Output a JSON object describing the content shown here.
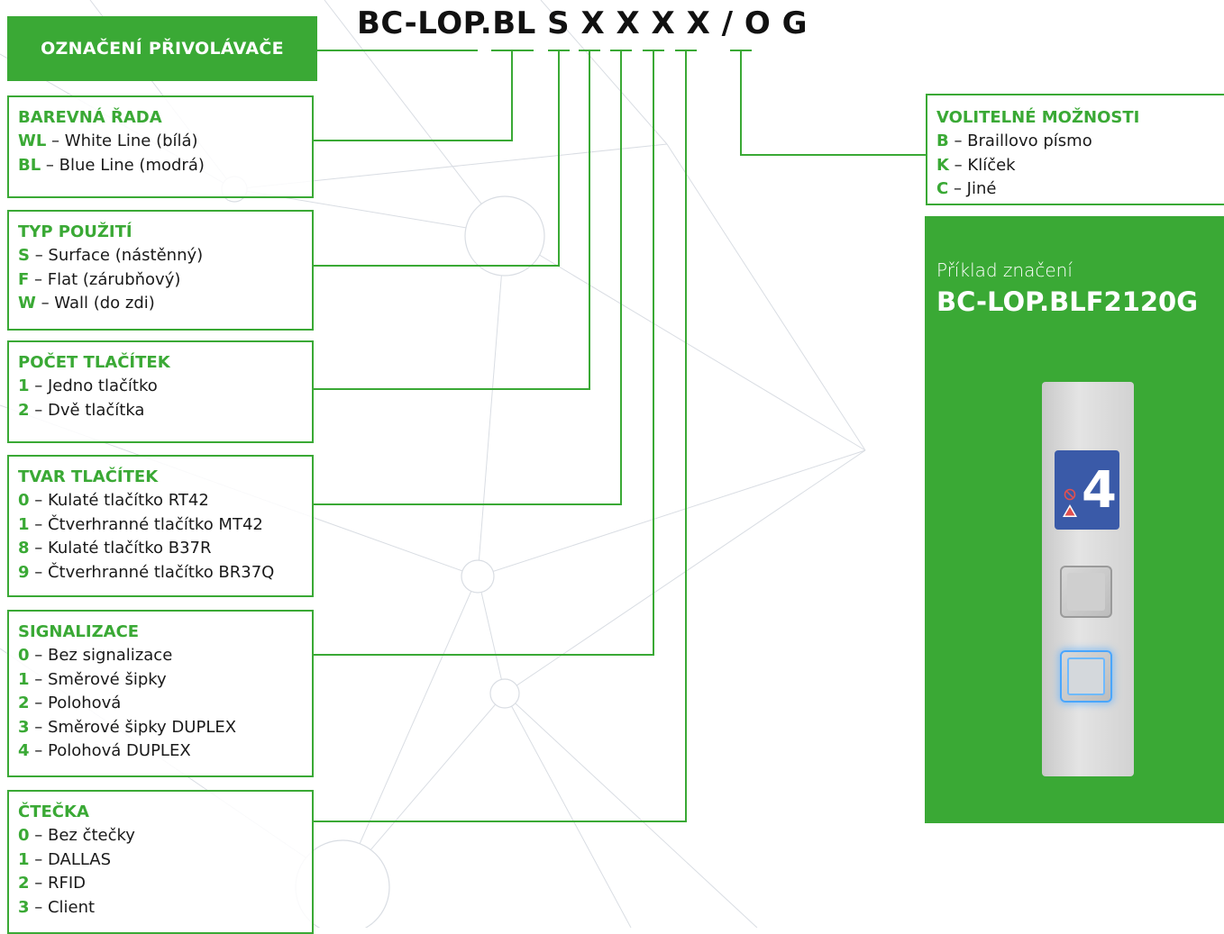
{
  "header": {
    "label": "OZNAČENÍ PŘIVOLÁVAČE"
  },
  "code": {
    "text": "BC-LOP.BL S X X X X / O G"
  },
  "sections": [
    {
      "title": "BAREVNÁ ŘADA",
      "items": [
        {
          "key": "WL",
          "text": " – White Line (bílá)"
        },
        {
          "key": "BL",
          "text": " – Blue Line (modrá)"
        }
      ]
    },
    {
      "title": "TYP POUŽITÍ",
      "items": [
        {
          "key": "S",
          "text": " – Surface (nástěnný)"
        },
        {
          "key": "F",
          "text": " – Flat (zárubňový)"
        },
        {
          "key": "W",
          "text": " – Wall (do zdi)"
        }
      ]
    },
    {
      "title": "POČET TLAČÍTEK",
      "items": [
        {
          "key": "1",
          "text": " – Jedno tlačítko"
        },
        {
          "key": "2",
          "text": " – Dvě tlačítka"
        }
      ]
    },
    {
      "title": "TVAR TLAČÍTEK",
      "items": [
        {
          "key": "0",
          "text": " – Kulaté tlačítko RT42"
        },
        {
          "key": "1",
          "text": " – Čtverhranné tlačítko MT42"
        },
        {
          "key": "8",
          "text": " – Kulaté tlačítko B37R"
        },
        {
          "key": "9",
          "text": " – Čtverhranné tlačítko BR37Q"
        }
      ]
    },
    {
      "title": "SIGNALIZACE",
      "items": [
        {
          "key": "0",
          "text": " – Bez signalizace"
        },
        {
          "key": "1",
          "text": " – Směrové šipky"
        },
        {
          "key": "2",
          "text": " – Polohová"
        },
        {
          "key": "3",
          "text": " – Směrové šipky DUPLEX"
        },
        {
          "key": "4",
          "text": " – Polohová DUPLEX"
        }
      ]
    },
    {
      "title": "ČTEČKA",
      "items": [
        {
          "key": "0",
          "text": " – Bez čtečky"
        },
        {
          "key": "1",
          "text": " – DALLAS"
        },
        {
          "key": "2",
          "text": " – RFID"
        },
        {
          "key": "3",
          "text": " – Client"
        }
      ]
    }
  ],
  "options": {
    "title": "VOLITELNÉ MOŽNOSTI",
    "items": [
      {
        "key": "B",
        "text": " – Braillovo písmo"
      },
      {
        "key": "K",
        "text": " – Klíček"
      },
      {
        "key": "C",
        "text": " – Jiné"
      }
    ]
  },
  "example": {
    "label": "Příklad značení",
    "code": "BC-LOP.BLF2120G",
    "display_number": "4"
  },
  "colors": {
    "accent": "#3aa935",
    "display": "#3a5aa8"
  }
}
